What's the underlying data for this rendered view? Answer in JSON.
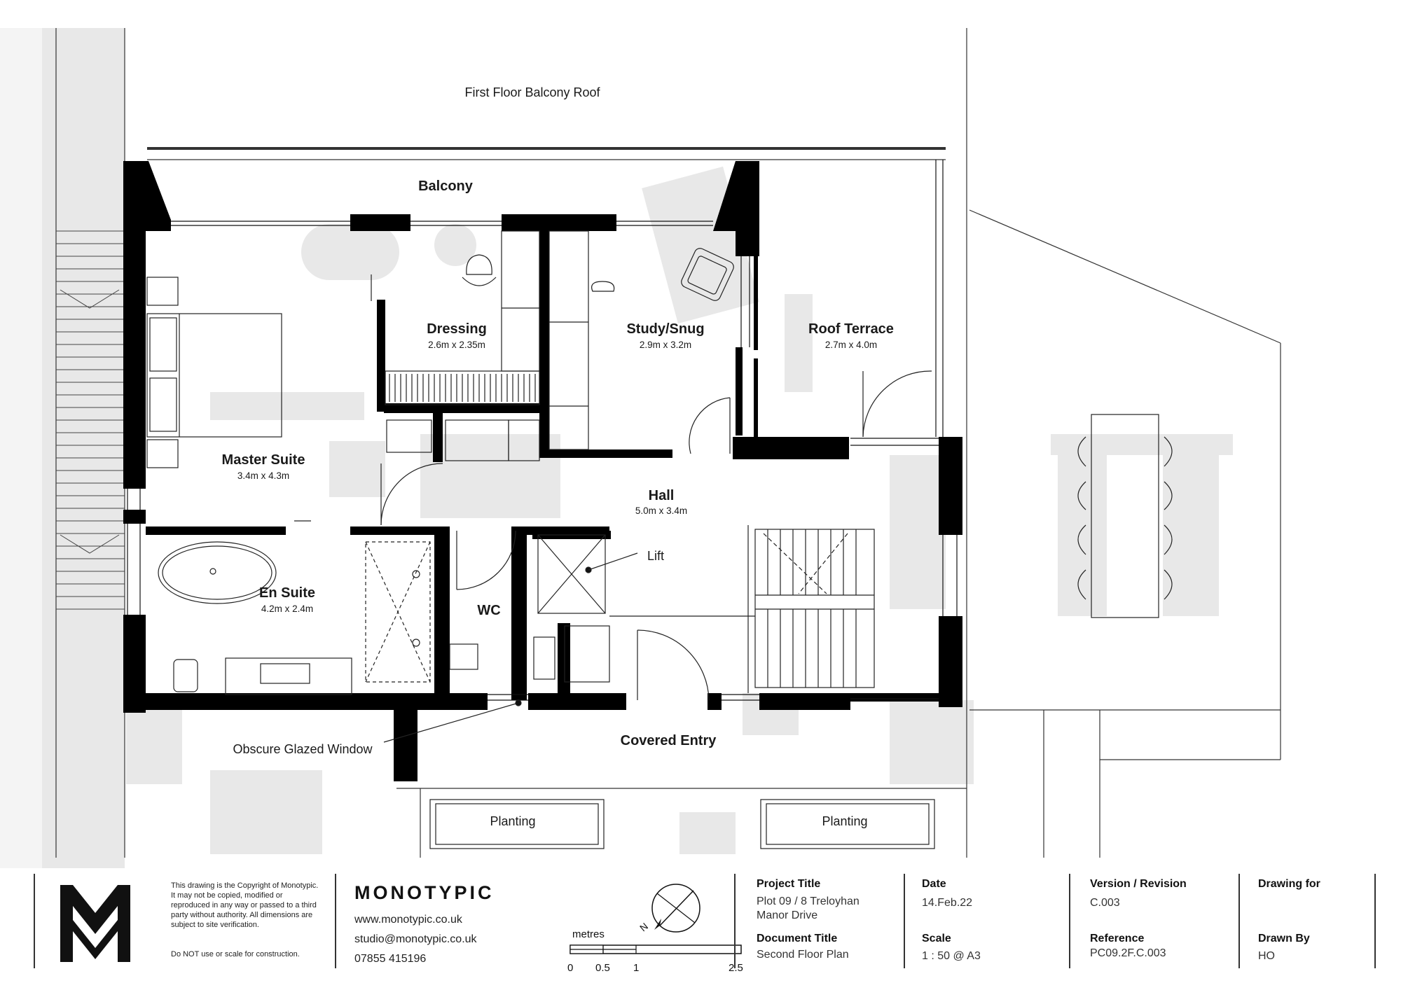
{
  "labels": {
    "first_floor_balcony_roof": "First Floor Balcony Roof",
    "balcony": "Balcony",
    "hall": "Hall",
    "lift": "Lift",
    "wc": "WC",
    "covered_entry": "Covered Entry",
    "obscure_glazed_window": "Obscure Glazed Window",
    "planting_left": "Planting",
    "planting_right": "Planting"
  },
  "rooms": {
    "dressing": {
      "name": "Dressing",
      "dims": "2.6m x 2.35m"
    },
    "study": {
      "name": "Study/Snug",
      "dims": "2.9m x 3.2m"
    },
    "roof_terrace": {
      "name": "Roof Terrace",
      "dims": "2.7m x 4.0m"
    },
    "master": {
      "name": "Master Suite",
      "dims": "3.4m x 4.3m"
    },
    "hall": {
      "dims": "5.0m x 3.4m"
    },
    "ensuite": {
      "name": "En Suite",
      "dims": "4.2m x 2.4m"
    }
  },
  "title_block": {
    "copyright": "This drawing is the Copyright of Monotypic. It may not be copied, modified or reproduced in any way or passed to a third party without authority. All dimensions are subject to site verification.",
    "do_not_scale": "Do NOT use or scale for construction.",
    "brand": "MONOTYPIC",
    "website": "www.monotypic.co.uk",
    "email": "studio@monotypic.co.uk",
    "phone": "07855 415196",
    "north_label": "N",
    "scale_bar": {
      "unit": "metres",
      "ticks": [
        "0",
        "0.5",
        "1",
        "2.5"
      ]
    },
    "project_title_label": "Project Title",
    "project_title": "Plot 09 / 8 Treloyhan Manor Drive",
    "document_title_label": "Document Title",
    "document_title": "Second Floor Plan",
    "date_label": "Date",
    "date": "14.Feb.22",
    "scale_label": "Scale",
    "scale": "1 : 50 @ A3",
    "version_label": "Version / Revision",
    "version": "C.003",
    "reference_label": "Reference",
    "reference": "PC09.2F.C.003",
    "drawing_for_label": "Drawing for",
    "drawing_for": "",
    "drawn_by_label": "Drawn By",
    "drawn_by": "HO"
  },
  "colors": {
    "wall": "#000000",
    "shadow": "#e6e6e6",
    "line": "#333333"
  }
}
